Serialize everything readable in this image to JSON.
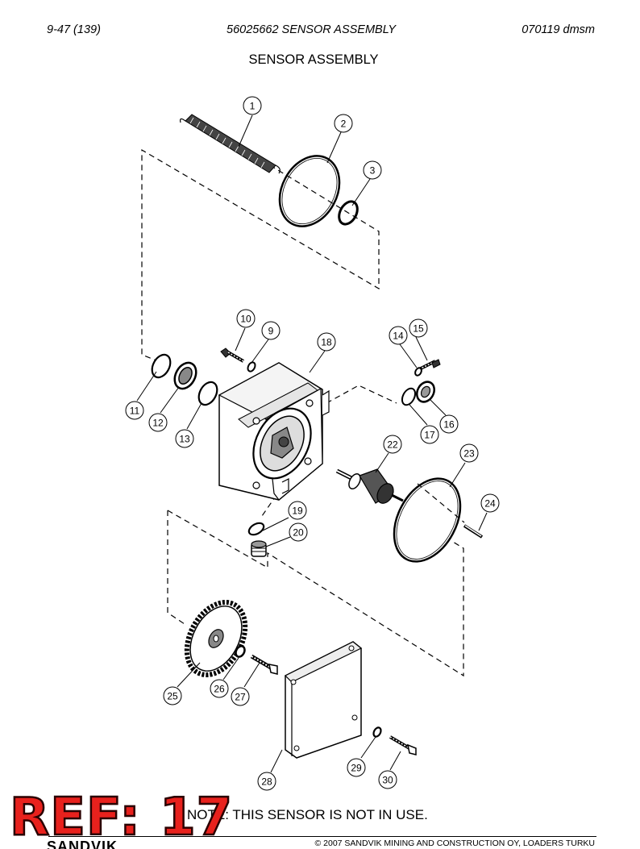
{
  "header": {
    "page_ref": "9-47 (139)",
    "part_title": "56025662 SENSOR ASSEMBLY",
    "doc_code": "070119 dmsm"
  },
  "title": "SENSOR ASSEMBLY",
  "callouts": [
    "1",
    "2",
    "3",
    "9",
    "10",
    "11",
    "12",
    "13",
    "14",
    "15",
    "16",
    "17",
    "18",
    "19",
    "20",
    "22",
    "23",
    "24",
    "25",
    "26",
    "27",
    "28",
    "29",
    "30"
  ],
  "note": "NOTE: THIS SENSOR IS NOT IN USE.",
  "footer": {
    "copyright": "© 2007 SANDVIK MINING AND CONSTRUCTION OY, LOADERS TURKU",
    "logo": "SANDVIK"
  },
  "stamp": "REF: 17"
}
